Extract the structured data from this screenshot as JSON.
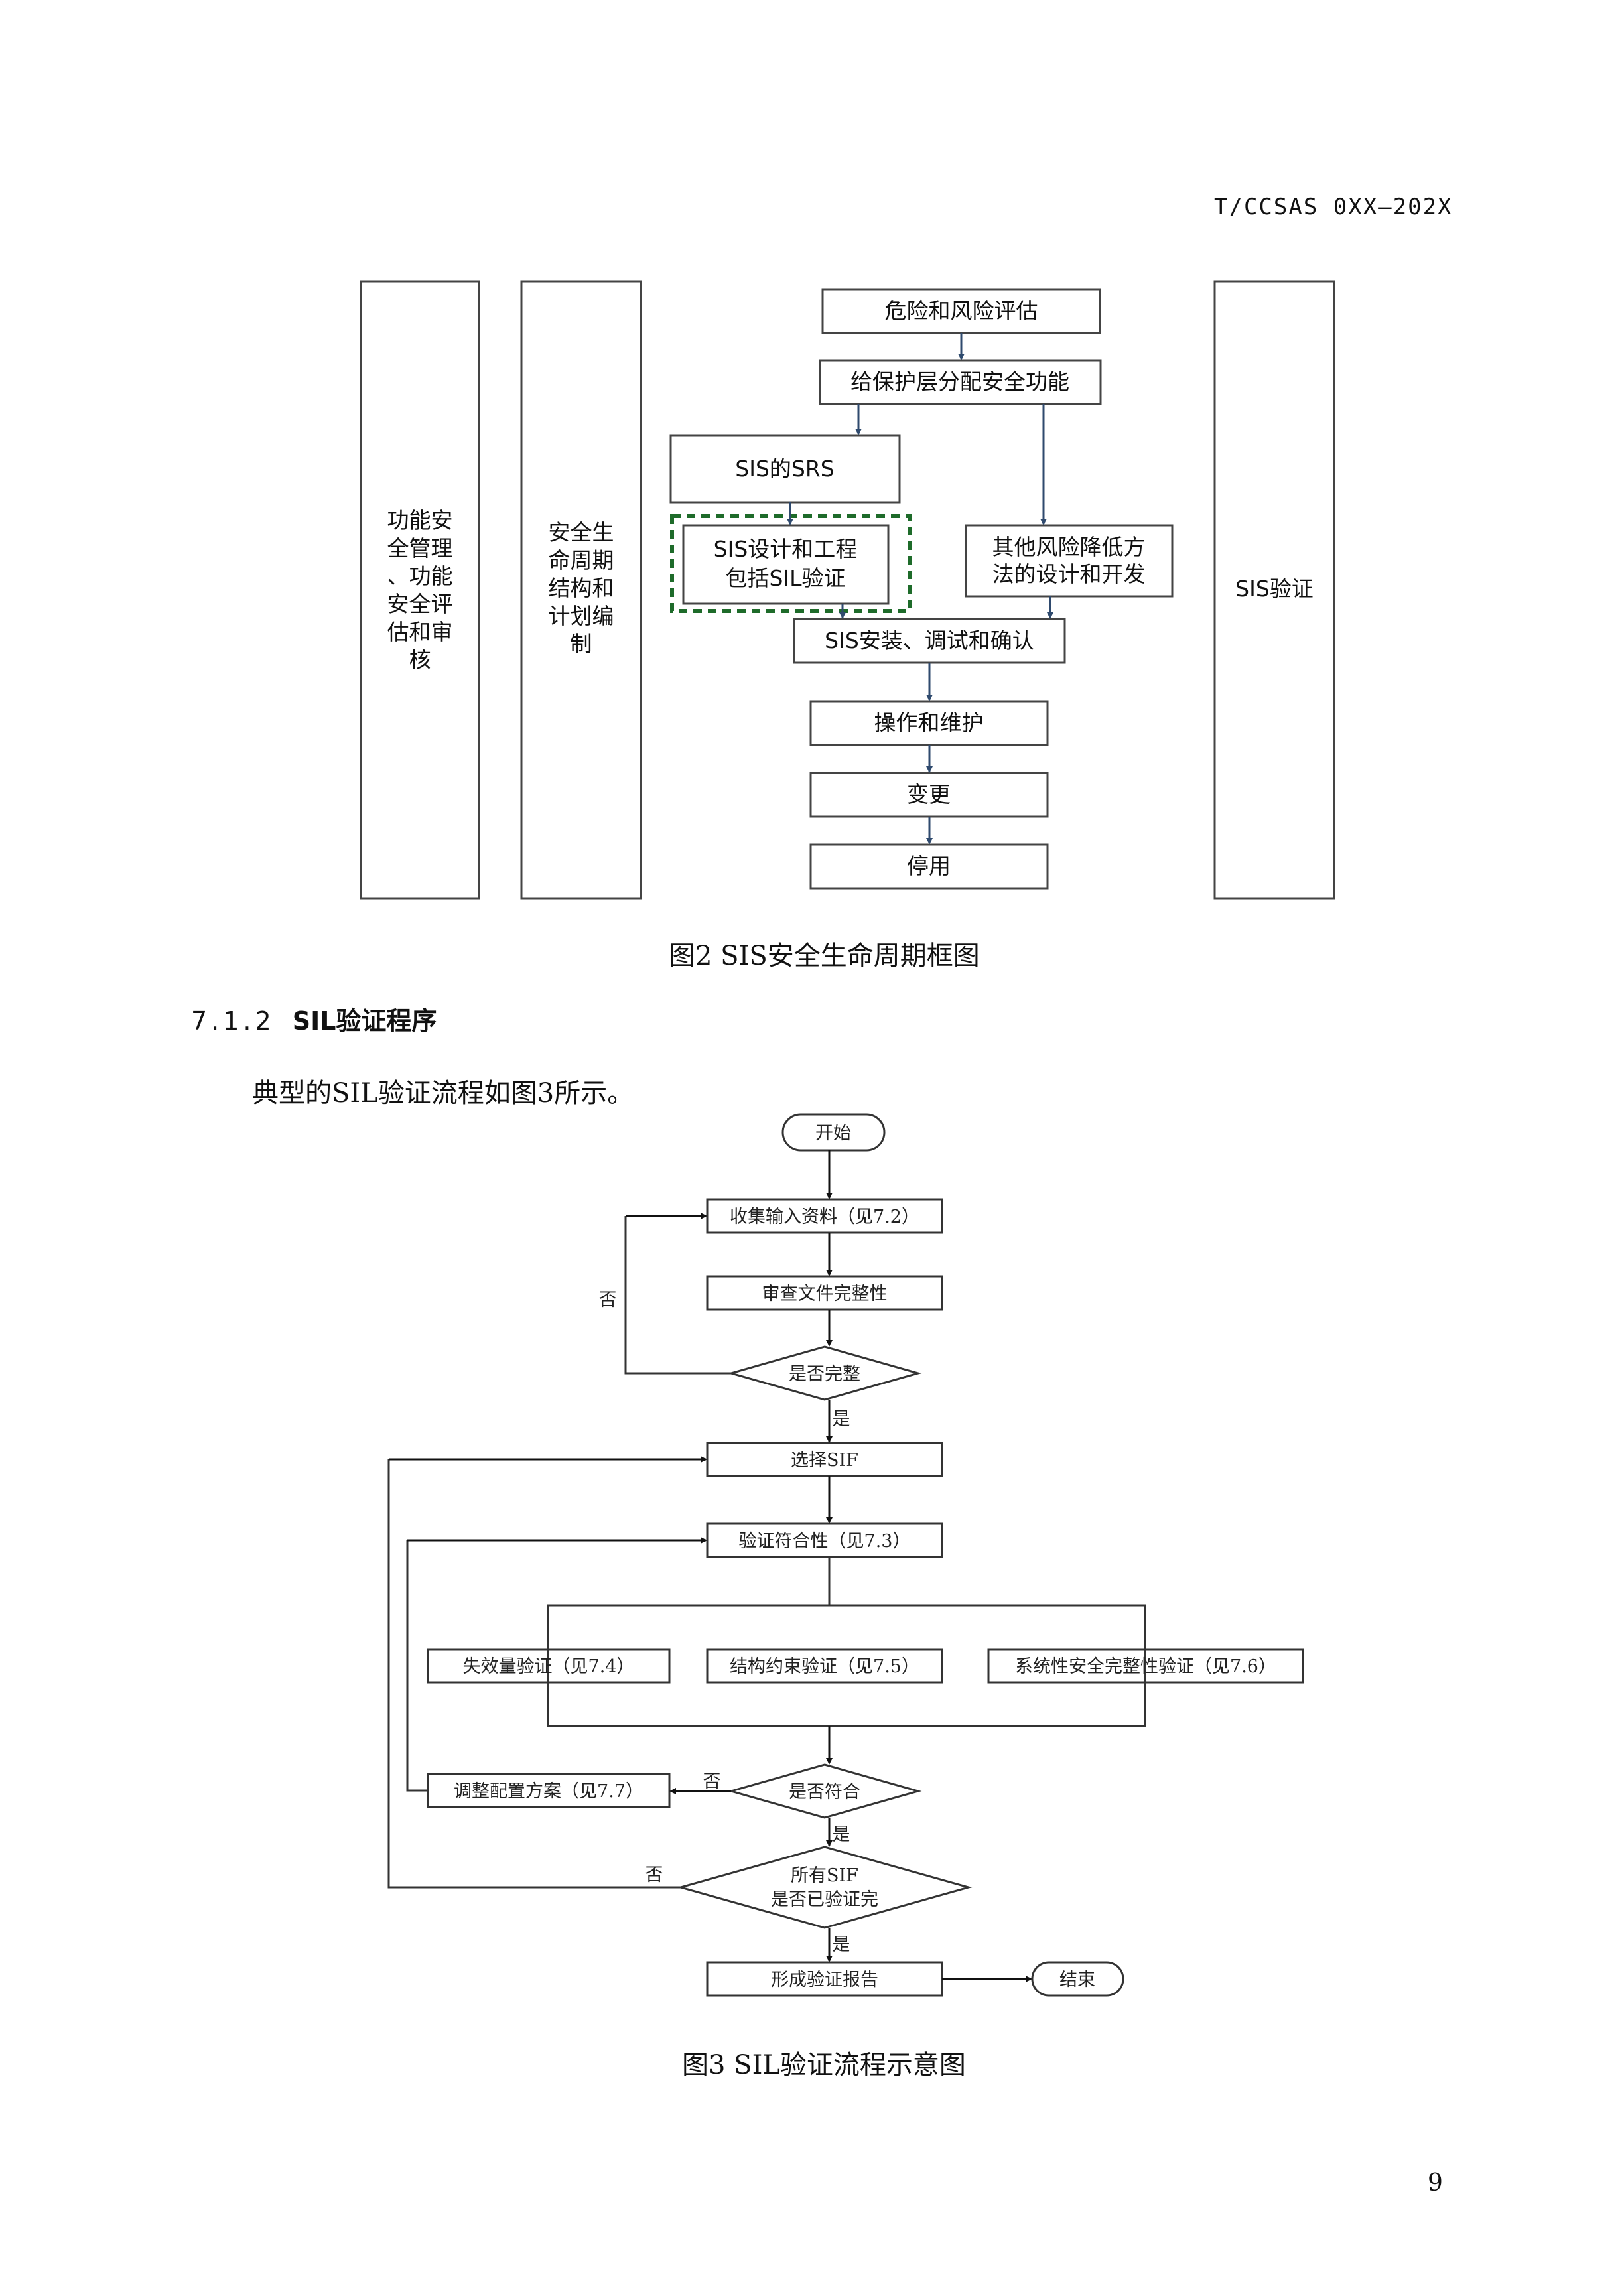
{
  "header": {
    "doc_code": "T/CCSAS 0XX—202X"
  },
  "figure2": {
    "left_col_1": [
      "功能安",
      "全管理",
      "、功能",
      "安全评",
      "估和审",
      "核"
    ],
    "left_col_2": [
      "安全生",
      "命周期",
      "结构和",
      "计划编",
      "制"
    ],
    "right_col": "SIS验证",
    "boxes": {
      "hazard": "危险和风险评估",
      "allocate": "给保护层分配安全功能",
      "srs": "SIS的SRS",
      "design_l1": "SIS设计和工程",
      "design_l2": "包括SIL验证",
      "other_l1": "其他风险降低方",
      "other_l2": "法的设计和开发",
      "install": "SIS安装、调试和确认",
      "operate": "操作和维护",
      "change": "变更",
      "decommission": "停用"
    },
    "caption": "图2 SIS安全生命周期框图"
  },
  "section": {
    "number": "7.1.2",
    "title": "SIL验证程序"
  },
  "body_text": "典型的SIL验证流程如图3所示。",
  "figure3": {
    "start": "开始",
    "collect": "收集输入资料（见7.2）",
    "review": "审查文件完整性",
    "complete_q": "是否完整",
    "select_sif": "选择SIF",
    "verify": "验证符合性（见7.3）",
    "failure": "失效量验证（见7.4）",
    "structure": "结构约束验证（见7.5）",
    "systematic": "系统性安全完整性验证（见7.6）",
    "adjust": "调整配置方案（见7.7）",
    "conform_q": "是否符合",
    "all_sif_l1": "所有SIF",
    "all_sif_l2": "是否已验证完",
    "report": "形成验证报告",
    "end": "结束",
    "yes": "是",
    "no": "否",
    "caption": "图3 SIL验证流程示意图"
  },
  "footer": {
    "page_number": "9"
  }
}
